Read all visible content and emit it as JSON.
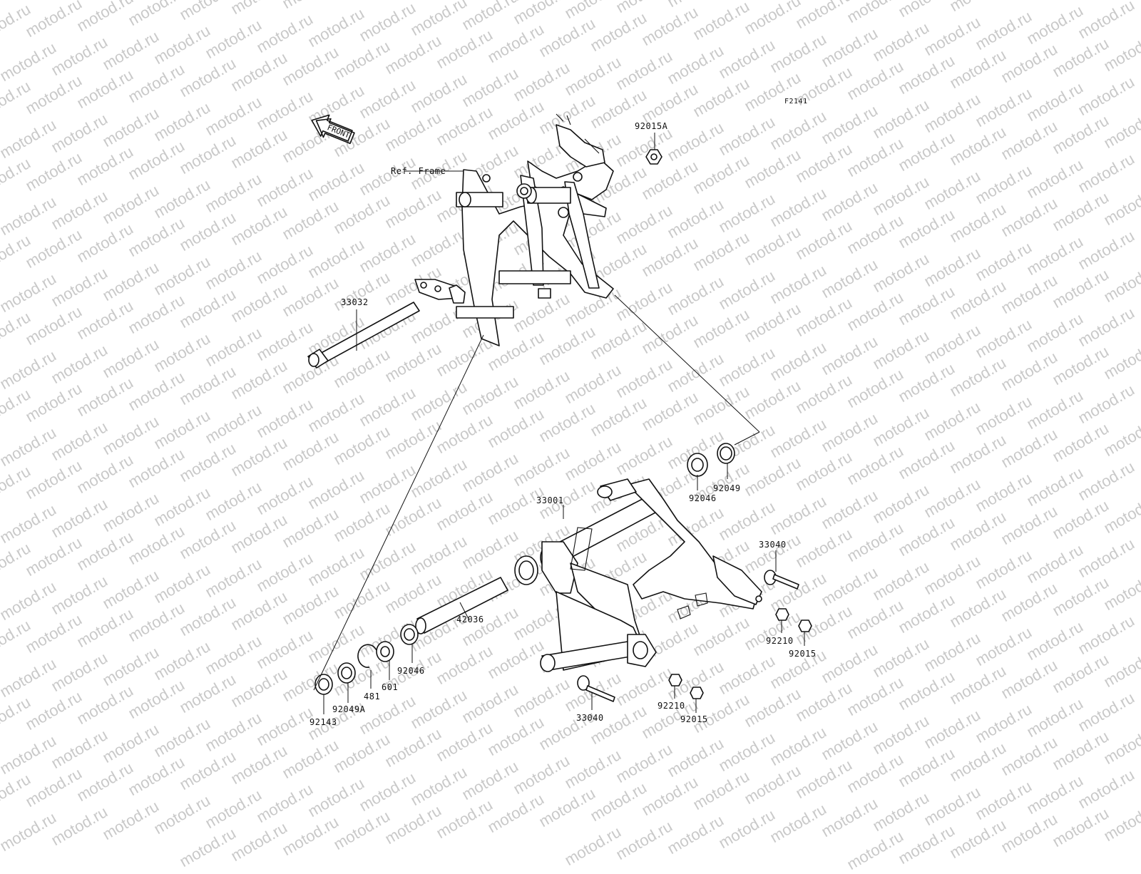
{
  "figure_code": "F2141",
  "front_arrow_label": "FRONT",
  "watermark_text": "motod.ru",
  "parts": {
    "ref_frame": "Ref. Frame",
    "p92015A": "92015A",
    "p33032": "33032",
    "p33001": "33001",
    "p92046_top": "92046",
    "p92049": "92049",
    "p33040_right": "33040",
    "p92210_right": "92210",
    "p92015_right": "92015",
    "p42036": "42036",
    "p92046_left": "92046",
    "p601": "601",
    "p481": "481",
    "p92049A": "92049A",
    "p92143": "92143",
    "p33040_bottom": "33040",
    "p92210_bottom": "92210",
    "p92015_bottom": "92015"
  }
}
